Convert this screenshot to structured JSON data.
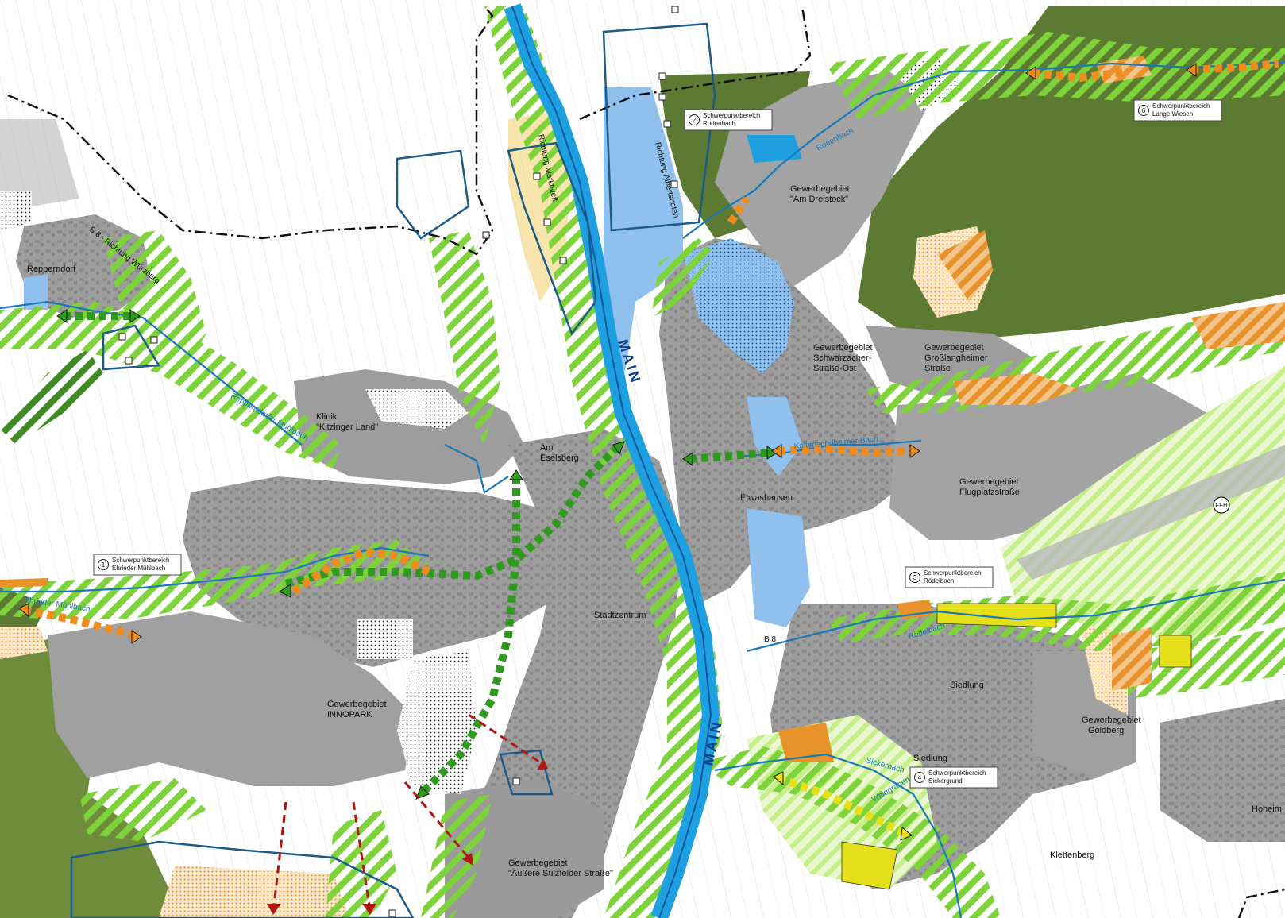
{
  "colors": {
    "settlement": "#9d9d9d",
    "settlement_dark": "#8a8a8a",
    "forest": "#5d7a32",
    "forest_light": "#6f8c3c",
    "hatch_green": "#7ed23a",
    "hatch_green_light": "#bff07a",
    "hatch_orange": "#e8922c",
    "water_blue": "#1ea0e0",
    "flood_blue": "#8fc0ee",
    "boundary": "#111111",
    "protected_line": "#1b5a8a",
    "corridor_green": "#2f9a1e",
    "corridor_orange": "#ee8c1e",
    "arrow_red": "#b01818",
    "yellow_area": "#e6e01a"
  },
  "places": [
    {
      "id": "repperndorf",
      "label": "Repperndorf"
    },
    {
      "id": "klinik",
      "label": "Klinik",
      "label2": "\"Kitzinger Land\""
    },
    {
      "id": "am-eselsberg",
      "label": "Am",
      "label2": "Eselsberg"
    },
    {
      "id": "etwashausen",
      "label": "Etwashausen"
    },
    {
      "id": "stadtzentrum",
      "label": "Stadtzentrum"
    },
    {
      "id": "innopark",
      "label": "Gewerbegebiet",
      "label2": "INNOPARK"
    },
    {
      "id": "am-dreistock",
      "label": "Gewerbegebiet",
      "label2": "\"Am Dreistock\""
    },
    {
      "id": "schwarzacher",
      "label": "Gewerbegebiet",
      "label2": "Schwarzacher-",
      "label3": "Straße-Ost"
    },
    {
      "id": "grosslangheimer",
      "label": "Gewerbegebiet",
      "label2": "Großlangheimer",
      "label3": "Straße"
    },
    {
      "id": "flugplatz",
      "label": "Gewerbegebiet",
      "label2": "Flugplatzstraße"
    },
    {
      "id": "siedlung-1",
      "label": "Siedlung"
    },
    {
      "id": "siedlung-2",
      "label": "Siedlung"
    },
    {
      "id": "goldberg",
      "label": "Gewerbegebiet",
      "label2": "Goldberg"
    },
    {
      "id": "klettenberg",
      "label": "Klettenberg"
    },
    {
      "id": "hoheim",
      "label": "Hoheim"
    },
    {
      "id": "sulzfelder",
      "label": "Gewerbegebiet",
      "label2": "\"Äußere Sulzfelder Straße\""
    }
  ],
  "focus_areas": [
    {
      "id": "fa1",
      "number": "1",
      "title": "Schwerpunktbereich",
      "name": "Ehrieder Mühlbach"
    },
    {
      "id": "fa2",
      "number": "2",
      "title": "Schwerpunktbereich",
      "name": "Rodenbach"
    },
    {
      "id": "fa3",
      "number": "3",
      "title": "Schwerpunktbereich",
      "name": "Rödelbach"
    },
    {
      "id": "fa4",
      "number": "4",
      "title": "Schwerpunktbereich",
      "name": "Sickergrund"
    },
    {
      "id": "fa6",
      "number": "6",
      "title": "Schwerpunktbereich",
      "name": "Lange Wiesen"
    }
  ],
  "rivers": {
    "main_upper": "MAIN",
    "main_lower": "MAIN"
  },
  "roads": {
    "b8_wuerzburg": "B 8 - Richtung Würzburg",
    "b8": "B 8",
    "richtung_marktsteft": "Richtung Marktsteft",
    "richtung_albertshofen": "Richtung Albertshofen"
  },
  "streams": {
    "ehrieder_muehlbach": "Ehrieder Mühlbach",
    "rodenbach": "Rodenbach",
    "roedelbach": "Rödelbach",
    "sickerbach": "Sickerbach",
    "waldgraben": "Waldgraben",
    "repperndorfer_muehlbach": "Repperndorfer Mühlbach",
    "kaltensondheimer": "Kaltensondheimer Bach"
  },
  "markers": {
    "ffh": "FFH"
  }
}
